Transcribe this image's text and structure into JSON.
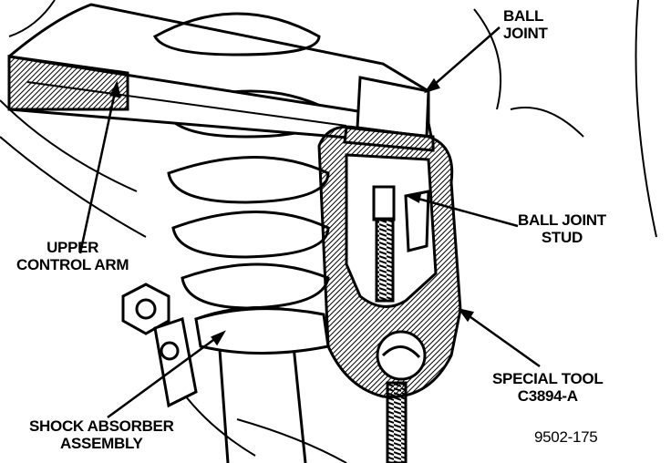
{
  "labels": {
    "ball_joint": [
      "BALL",
      "JOINT"
    ],
    "ball_joint_stud": [
      "BALL JOINT",
      "STUD"
    ],
    "upper_control_arm": [
      "UPPER",
      "CONTROL ARM"
    ],
    "special_tool": [
      "SPECIAL TOOL",
      "C3894-A"
    ],
    "shock_absorber": [
      "SHOCK ABSORBER",
      "ASSEMBLY"
    ],
    "figure_number": "9502-175"
  }
}
